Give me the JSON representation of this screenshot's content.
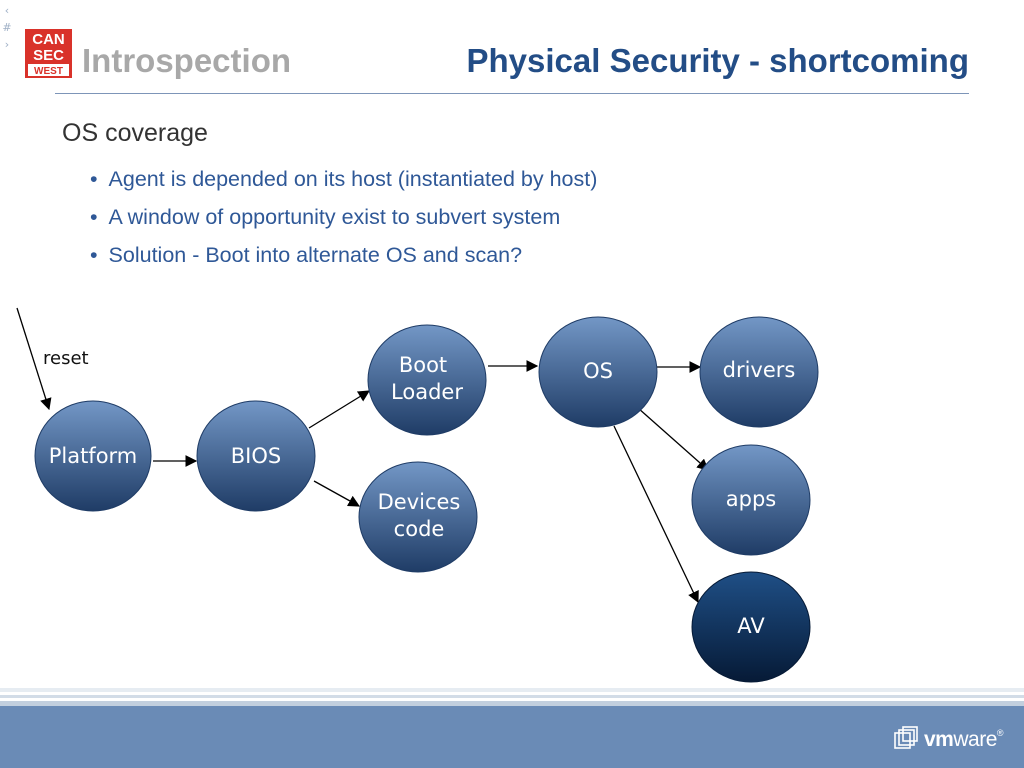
{
  "slide_number": [
    "‹",
    "#",
    "›"
  ],
  "logo": {
    "lines": [
      "CAN",
      "SEC",
      "WEST"
    ],
    "color": "#d9322a"
  },
  "header": {
    "section": "Introspection",
    "title": "Physical Security - shortcoming"
  },
  "content": {
    "heading": "OS coverage",
    "bullets": [
      "Agent is depended on its host (instantiated by host)",
      "A window of opportunity exist to subvert system",
      "Solution - Boot into alternate OS and scan?"
    ]
  },
  "diagram": {
    "reset_label": "reset",
    "nodes": {
      "platform": [
        "Platform"
      ],
      "bios": [
        "BIOS"
      ],
      "boot_loader": [
        "Boot",
        "Loader"
      ],
      "devices_code": [
        "Devices",
        "code"
      ],
      "os": [
        "OS"
      ],
      "drivers": [
        "drivers"
      ],
      "apps": [
        "apps"
      ],
      "av": [
        "AV"
      ]
    },
    "colors": {
      "node_light": "#7397c6",
      "node_dark": "#1f3c66",
      "highlight_light": "#1f4f86",
      "highlight_dark": "#061a36",
      "arrow": "#000000"
    }
  },
  "footer": {
    "brand_prefix": "vm",
    "brand_suffix": "ware",
    "registered": "®",
    "color": "#6a8bb6"
  }
}
